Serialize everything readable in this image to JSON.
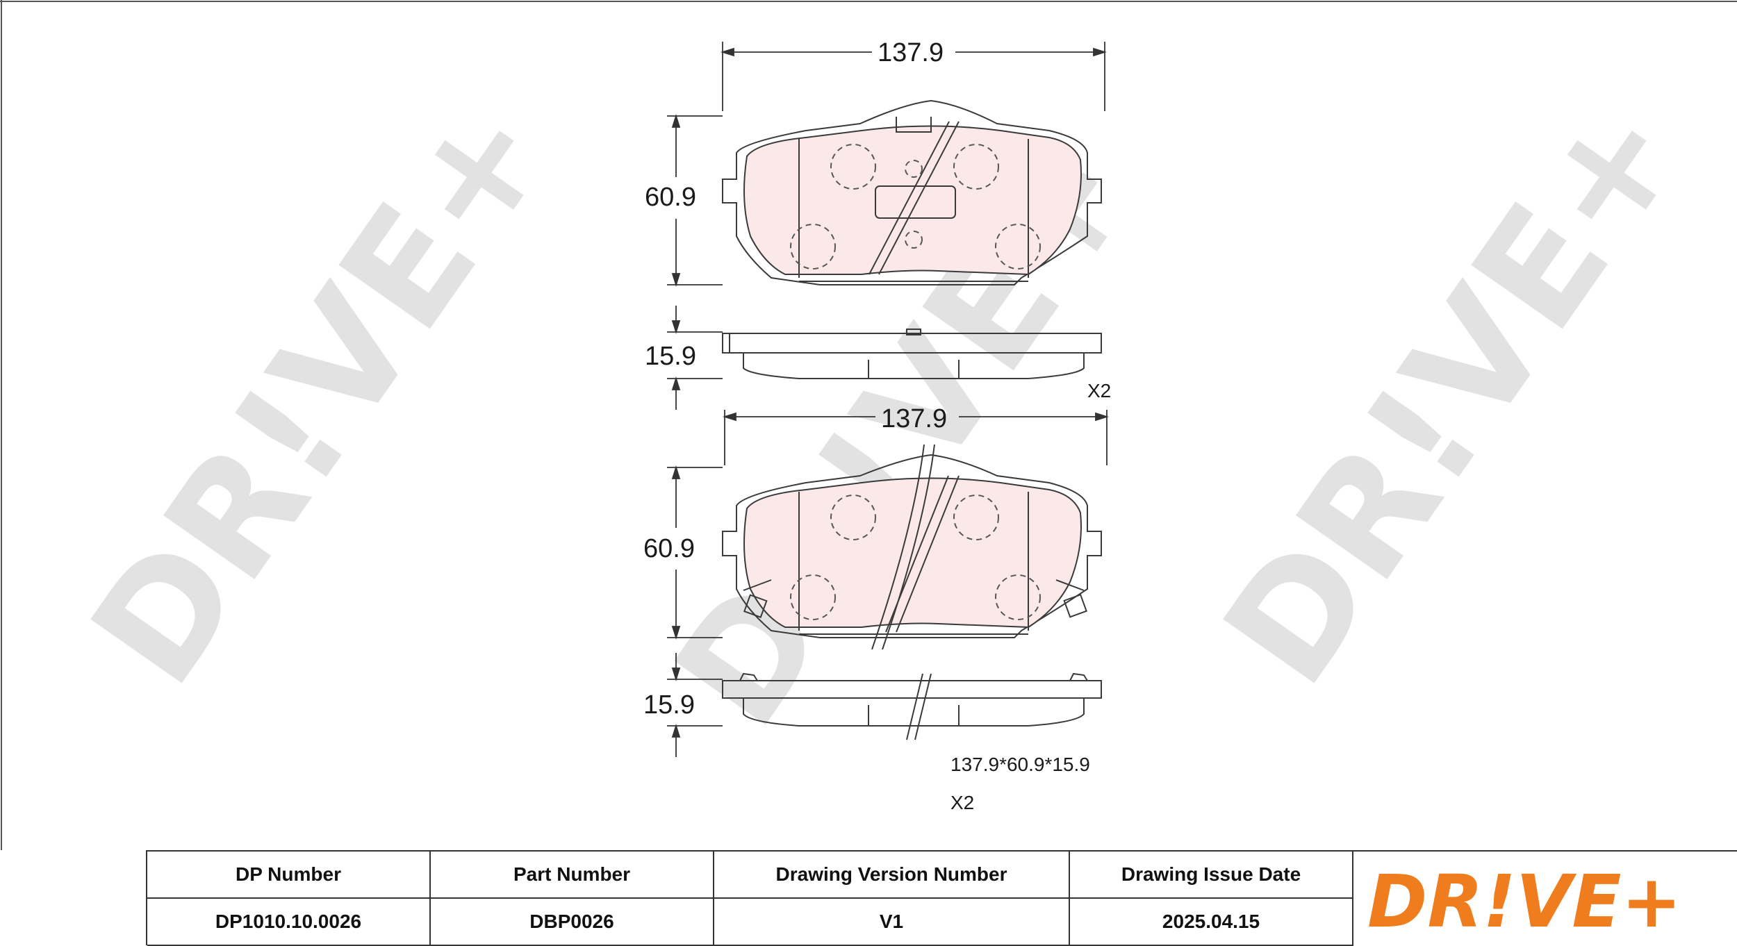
{
  "drawing": {
    "top_pad": {
      "width": "137.9",
      "height": "60.9",
      "thickness": "15.9",
      "qty": "X2"
    },
    "bottom_pad": {
      "width": "137.9",
      "height": "60.9",
      "thickness": "15.9"
    },
    "size_summary": "137.9*60.9*15.9",
    "qty": "X2",
    "watermark": "DR!VE+"
  },
  "title_block": {
    "headers": {
      "dp_number": "DP Number",
      "part_number": "Part Number",
      "version": "Drawing Version Number",
      "issue_date": "Drawing Issue Date"
    },
    "values": {
      "dp_number": "DP1010.10.0026",
      "part_number": "DBP0026",
      "version": "V1",
      "issue_date": "2025.04.15"
    },
    "logo_text": "DR!VE+"
  },
  "colors": {
    "pad_fill": "#fbe9ea",
    "logo_orange": "#f07d1d",
    "line": "#3a3a3a"
  }
}
